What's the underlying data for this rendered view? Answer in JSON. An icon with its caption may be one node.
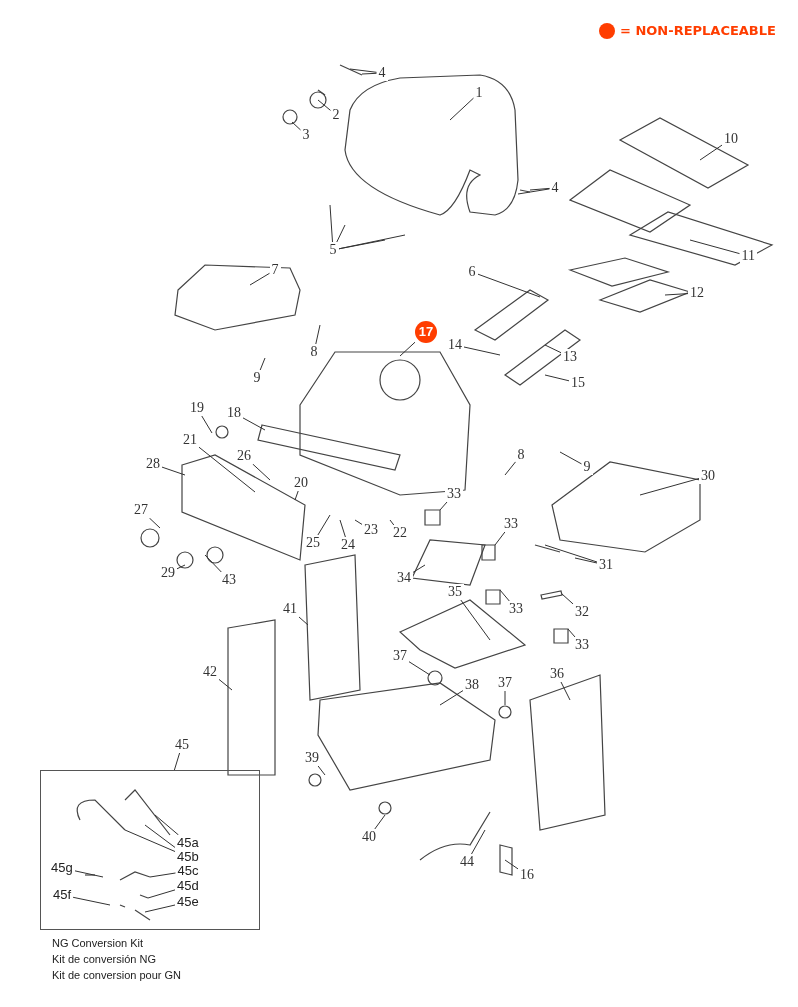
{
  "diagram": {
    "nodes": [
      {
        "text": [
          "4"
        ]
      },
      {
        "text": [
          "1"
        ]
      },
      {
        "text": [
          "2"
        ]
      },
      {
        "text": [
          "3"
        ]
      },
      {
        "text": [
          "10"
        ]
      },
      {
        "text": [
          "4"
        ]
      },
      {
        "text": [
          "5"
        ]
      },
      {
        "text": [
          "11"
        ]
      },
      {
        "text": [
          "7"
        ]
      },
      {
        "text": [
          "6"
        ]
      },
      {
        "text": [
          "12"
        ]
      },
      {
        "text": [
          "17"
        ]
      },
      {
        "text": [
          "14"
        ]
      },
      {
        "text": [
          "8"
        ]
      },
      {
        "text": [
          "13"
        ]
      },
      {
        "text": [
          "9"
        ]
      },
      {
        "text": [
          "15"
        ]
      },
      {
        "text": [
          "19"
        ]
      },
      {
        "text": [
          "18"
        ]
      },
      {
        "text": [
          "21"
        ]
      },
      {
        "text": [
          "8"
        ]
      },
      {
        "text": [
          "26"
        ]
      },
      {
        "text": [
          "28"
        ]
      },
      {
        "text": [
          "9"
        ]
      },
      {
        "text": [
          "30"
        ]
      },
      {
        "text": [
          "20"
        ]
      },
      {
        "text": [
          "33"
        ]
      },
      {
        "text": [
          "27"
        ]
      },
      {
        "text": [
          "33"
        ]
      },
      {
        "text": [
          "23"
        ]
      },
      {
        "text": [
          "22"
        ]
      },
      {
        "text": [
          "25"
        ]
      },
      {
        "text": [
          "24"
        ]
      },
      {
        "text": [
          "31"
        ]
      },
      {
        "text": [
          "29"
        ]
      },
      {
        "text": [
          "43"
        ]
      },
      {
        "text": [
          "34"
        ]
      },
      {
        "text": [
          "35"
        ]
      },
      {
        "text": [
          "41"
        ]
      },
      {
        "text": [
          "33"
        ]
      },
      {
        "text": [
          "32"
        ]
      },
      {
        "text": [
          "33"
        ]
      },
      {
        "text": [
          "37"
        ]
      },
      {
        "text": [
          "42"
        ]
      },
      {
        "text": [
          "36"
        ]
      },
      {
        "text": [
          "37"
        ]
      },
      {
        "text": [
          "38"
        ]
      },
      {
        "text": [
          "45"
        ]
      },
      {
        "text": [
          "39"
        ]
      },
      {
        "text": [],
        "shape": "box"
      },
      {
        "text": [
          "45a"
        ],
        "in": 49
      },
      {
        "text": [
          "45b"
        ],
        "in": 49
      },
      {
        "text": [
          "45g"
        ],
        "in": 49
      },
      {
        "text": [
          "45c"
        ],
        "in": 49
      },
      {
        "text": [
          "45d"
        ],
        "in": 49
      },
      {
        "text": [
          "45f"
        ],
        "in": 49
      },
      {
        "text": [
          "45e"
        ],
        "in": 49
      },
      {
        "text": [
          "40"
        ]
      },
      {
        "text": [
          "44"
        ]
      },
      {
        "text": [
          "16"
        ]
      }
    ],
    "edges": [
      {
        "from": 0,
        "to": null,
        "arrow": "none"
      },
      {
        "from": 0,
        "to": null,
        "arrow": "none"
      },
      {
        "from": 1,
        "to": null,
        "arrow": "none"
      },
      {
        "from": 2,
        "to": null,
        "arrow": "none"
      },
      {
        "from": 3,
        "to": null,
        "arrow": "none"
      },
      {
        "from": 4,
        "to": null,
        "arrow": "none"
      },
      {
        "from": 5,
        "to": null,
        "arrow": "none"
      },
      {
        "from": 5,
        "to": null,
        "arrow": "none"
      },
      {
        "from": 6,
        "to": null,
        "arrow": "none"
      },
      {
        "from": 6,
        "to": null,
        "arrow": "none"
      },
      {
        "from": 6,
        "to": null,
        "arrow": "none"
      },
      {
        "from": 6,
        "to": null,
        "arrow": "none"
      },
      {
        "from": 7,
        "to": null,
        "arrow": "none"
      },
      {
        "from": 8,
        "to": null,
        "arrow": "none"
      },
      {
        "from": 9,
        "to": null,
        "arrow": "none"
      },
      {
        "from": 10,
        "to": null,
        "arrow": "none"
      },
      {
        "from": 11,
        "to": null,
        "arrow": "none"
      },
      {
        "from": 12,
        "to": null,
        "arrow": "none"
      },
      {
        "from": 13,
        "to": null,
        "arrow": "none"
      },
      {
        "from": 14,
        "to": null,
        "arrow": "none"
      },
      {
        "from": 15,
        "to": null,
        "arrow": "none"
      },
      {
        "from": 16,
        "to": null,
        "arrow": "none"
      },
      {
        "from": 17,
        "to": null,
        "arrow": "none"
      },
      {
        "from": 18,
        "to": null,
        "arrow": "none"
      },
      {
        "from": 19,
        "to": null,
        "arrow": "none"
      },
      {
        "from": 20,
        "to": null,
        "arrow": "none"
      },
      {
        "from": 21,
        "to": null,
        "arrow": "none"
      },
      {
        "from": 22,
        "to": null,
        "arrow": "none"
      },
      {
        "from": 23,
        "to": null,
        "arrow": "none"
      },
      {
        "from": 24,
        "to": null,
        "arrow": "none"
      },
      {
        "from": 25,
        "to": null,
        "arrow": "none"
      },
      {
        "from": 26,
        "to": null,
        "arrow": "none"
      },
      {
        "from": 27,
        "to": null,
        "arrow": "none"
      },
      {
        "from": 28,
        "to": null,
        "arrow": "none"
      },
      {
        "from": 29,
        "to": null,
        "arrow": "none"
      },
      {
        "from": 30,
        "to": null,
        "arrow": "none"
      },
      {
        "from": 31,
        "to": null,
        "arrow": "none"
      },
      {
        "from": 32,
        "to": null,
        "arrow": "none"
      },
      {
        "from": 33,
        "to": null,
        "arrow": "none"
      },
      {
        "from": 33,
        "to": null,
        "arrow": "none"
      },
      {
        "from": 34,
        "to": null,
        "arrow": "none"
      },
      {
        "from": 35,
        "to": null,
        "arrow": "none"
      },
      {
        "from": 36,
        "to": null,
        "arrow": "none"
      },
      {
        "from": 37,
        "to": null,
        "arrow": "none"
      },
      {
        "from": 38,
        "to": null,
        "arrow": "none"
      },
      {
        "from": 39,
        "to": null,
        "arrow": "none"
      },
      {
        "from": 40,
        "to": null,
        "arrow": "none"
      },
      {
        "from": 41,
        "to": null,
        "arrow": "none"
      },
      {
        "from": 42,
        "to": null,
        "arrow": "none"
      },
      {
        "from": 43,
        "to": null,
        "arrow": "none"
      },
      {
        "from": 44,
        "to": null,
        "arrow": "none"
      },
      {
        "from": 45,
        "to": null,
        "arrow": "none"
      },
      {
        "from": 46,
        "to": null,
        "arrow": "none"
      },
      {
        "from": 47,
        "to": 49,
        "arrow": "none"
      },
      {
        "from": 48,
        "to": null,
        "arrow": "none"
      },
      {
        "from": 50,
        "to": null,
        "arrow": "none"
      },
      {
        "from": 51,
        "to": null,
        "arrow": "none"
      },
      {
        "from": 51,
        "to": null,
        "arrow": "none"
      },
      {
        "from": 52,
        "to": null,
        "arrow": "none"
      },
      {
        "from": 53,
        "to": null,
        "arrow": "none"
      },
      {
        "from": 54,
        "to": null,
        "arrow": "none"
      },
      {
        "from": 55,
        "to": null,
        "arrow": "none"
      },
      {
        "from": 56,
        "to": null,
        "arrow": "none"
      },
      {
        "from": 57,
        "to": null,
        "arrow": "none"
      },
      {
        "from": 58,
        "to": null,
        "arrow": "none"
      },
      {
        "from": 59,
        "to": null,
        "arrow": "none"
      }
    ],
    "labels": [
      "NG Conversion Kit",
      "Kit de conversión NG",
      "Kit de conversion pour GN"
    ],
    "legend": [
      {
        "text": "= NON-REPLACEABLE",
        "color": "#ff3d00"
      }
    ]
  }
}
